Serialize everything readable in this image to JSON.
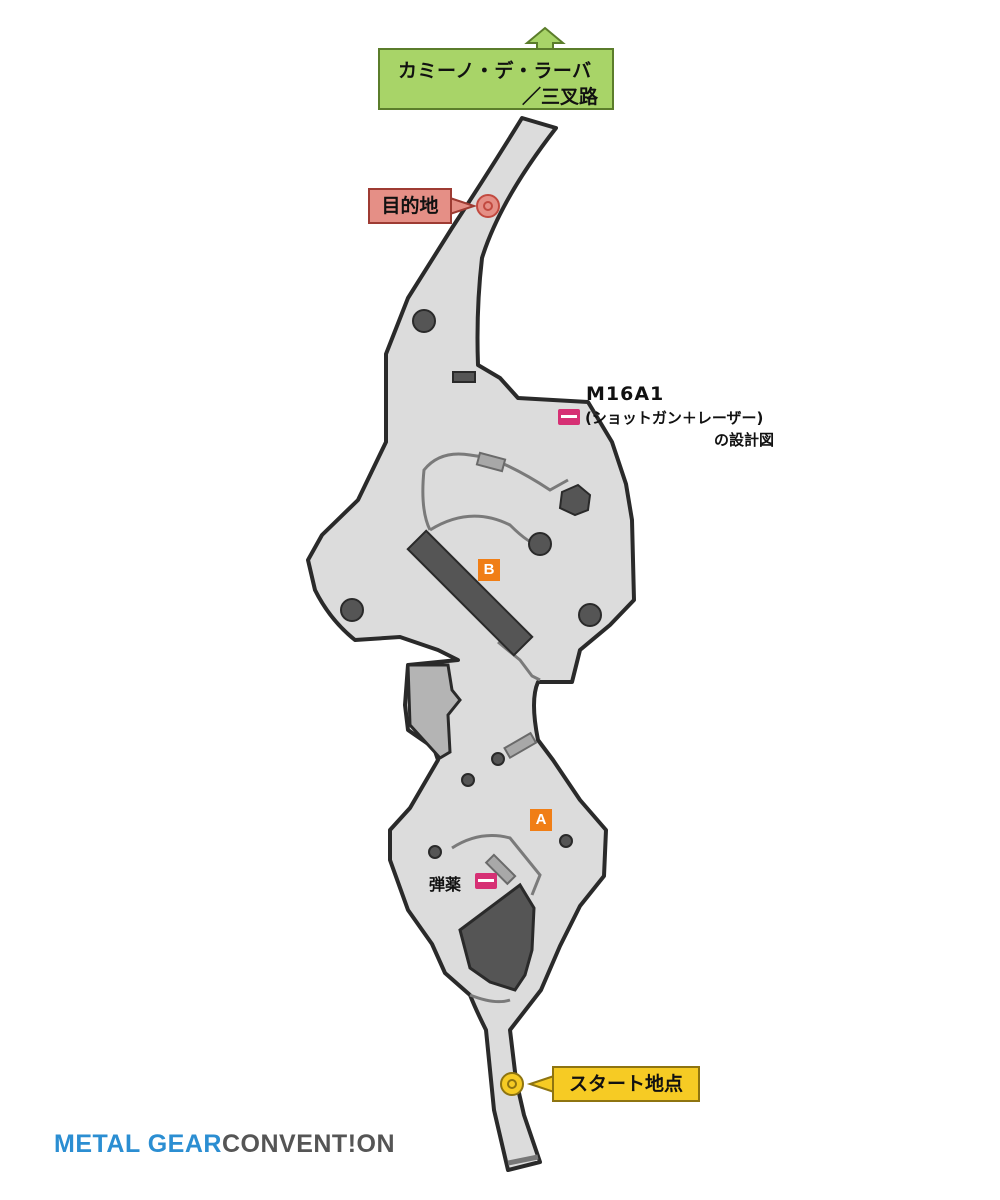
{
  "map": {
    "exit_label_line1": "カミーノ・デ・ラーバ",
    "exit_label_line2": "／三叉路",
    "destination_label": "目的地",
    "start_label": "スタート地点",
    "item_name": "M16A1",
    "item_desc_line1": "(ショットガン＋レーザー)",
    "item_desc_line2": "の設計図",
    "ammo_label": "弾薬",
    "marker_a": "A",
    "marker_b": "B"
  },
  "logo": {
    "part1": "METAL GEAR",
    "part2": "CONVENT!ON"
  },
  "colors": {
    "exit_banner": "#a8d468",
    "destination": "#e58f86",
    "start": "#f6cb24",
    "marker": "#f07e16",
    "item_icon": "#d63074",
    "logo_blue": "#2b8ed2",
    "logo_gray": "#555555"
  }
}
